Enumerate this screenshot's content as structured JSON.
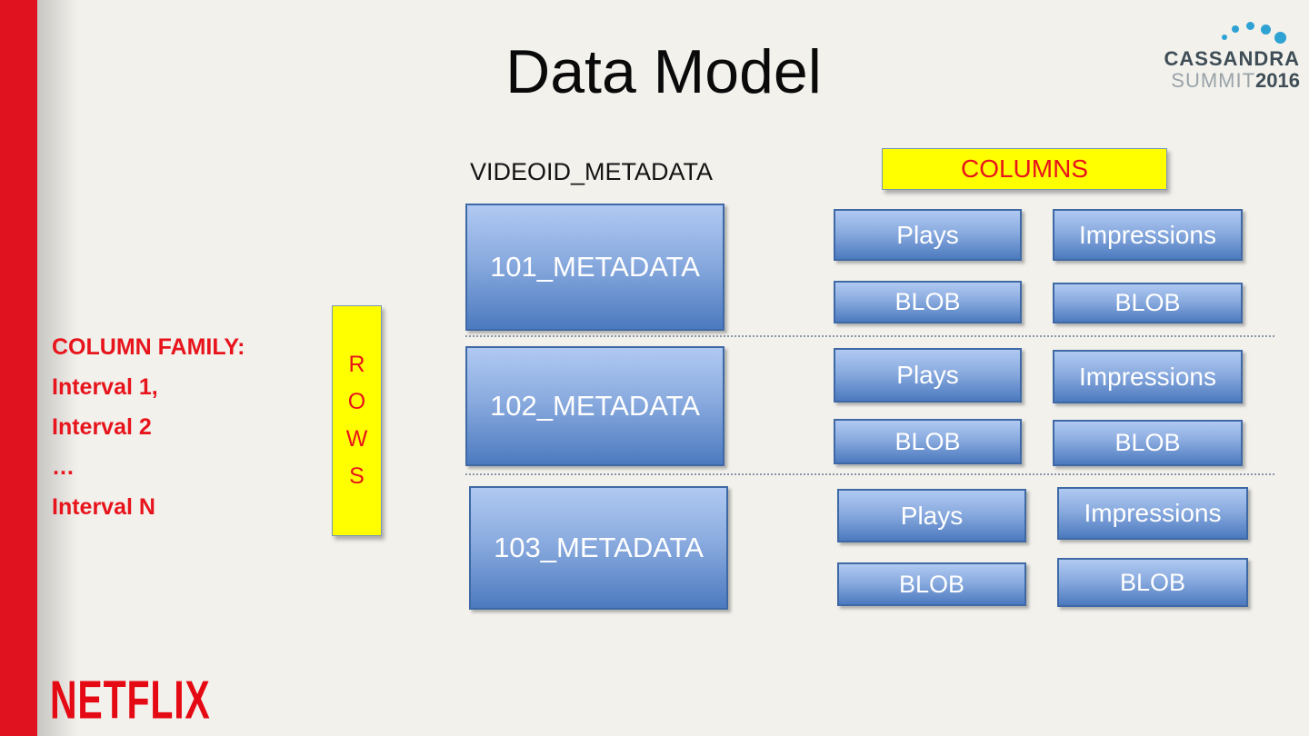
{
  "slide": {
    "title": "Data Model"
  },
  "cassandra_logo": {
    "name_line": "CASSANDRA",
    "summit": "SUMMIT",
    "year": "2016",
    "dot_color": "#2DA2D3",
    "name_color": "#3E4D56",
    "summit_color": "#99A3A8"
  },
  "diagram": {
    "table_label": "VIDEOID_METADATA",
    "columns_label": "COLUMNS",
    "rows_letters": {
      "l1": "R",
      "l2": "O",
      "l3": "W",
      "l4": "S"
    },
    "rows": [
      {
        "key": "101_METADATA",
        "col1": "Plays",
        "col2": "Impressions",
        "val1": "BLOB",
        "val2": "BLOB"
      },
      {
        "key": "102_METADATA",
        "col1": "Plays",
        "col2": "Impressions",
        "val1": "BLOB",
        "val2": "BLOB"
      },
      {
        "key": "103_METADATA",
        "col1": "Plays",
        "col2": "Impressions",
        "val1": "BLOB",
        "val2": "BLOB"
      }
    ]
  },
  "annotation": {
    "line1": "COLUMN FAMILY:",
    "line2": "Interval 1,",
    "line3": "Interval 2",
    "line4": "…",
    "line5": "Interval N"
  },
  "footer": {
    "brand": "NETFLIX"
  },
  "colors": {
    "background": "#F2F1EC",
    "sidebar_red": "#E0121F",
    "netflix_red": "#E50914",
    "highlight_yellow": "#FFFF00",
    "label_red": "#E8141C",
    "box_blue_top": "#B0C9F2",
    "box_blue_bottom": "#4C7ABF",
    "box_border_blue": "#3E69A5"
  }
}
